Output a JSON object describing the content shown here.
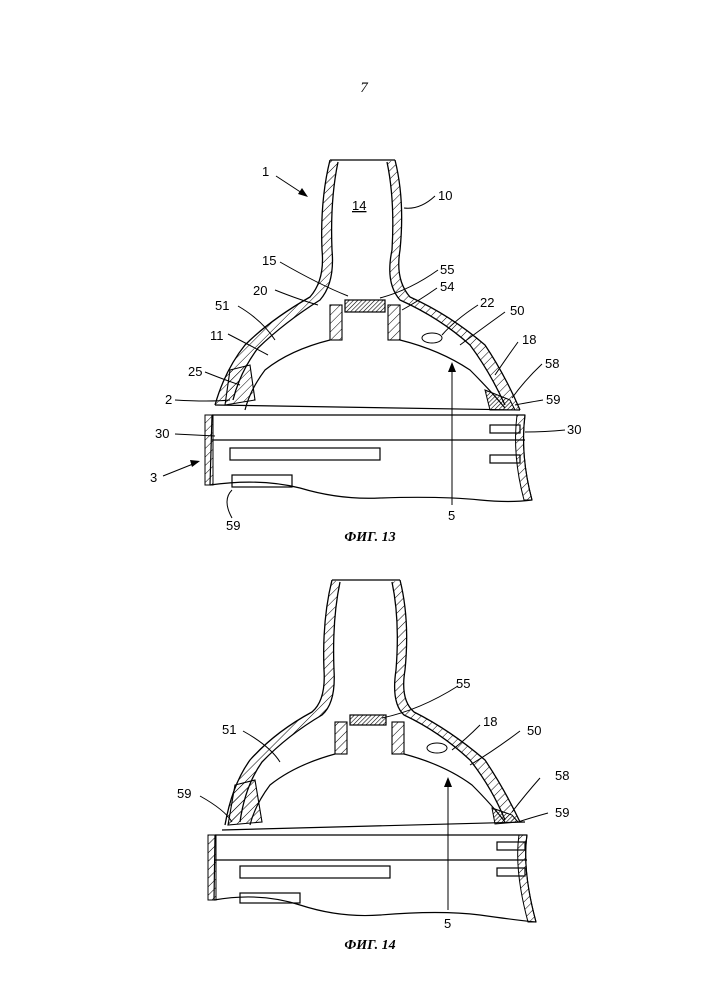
{
  "page": {
    "number": "7"
  },
  "fig13": {
    "caption": "ФИГ. 13",
    "labels": {
      "l1": "1",
      "l14": "14",
      "l10": "10",
      "l15": "15",
      "l55": "55",
      "l54": "54",
      "l20": "20",
      "l22": "22",
      "l51": "51",
      "l50": "50",
      "l11": "11",
      "l18": "18",
      "l25": "25",
      "l58": "58",
      "l2": "2",
      "l59a": "59",
      "l30a": "30",
      "l30b": "30",
      "l3": "3",
      "l59b": "59",
      "l5": "5"
    }
  },
  "fig14": {
    "caption": "ФИГ. 14",
    "labels": {
      "l55": "55",
      "l18": "18",
      "l51": "51",
      "l50": "50",
      "l58": "58",
      "l59a": "59",
      "l59b": "59",
      "l5": "5"
    }
  }
}
